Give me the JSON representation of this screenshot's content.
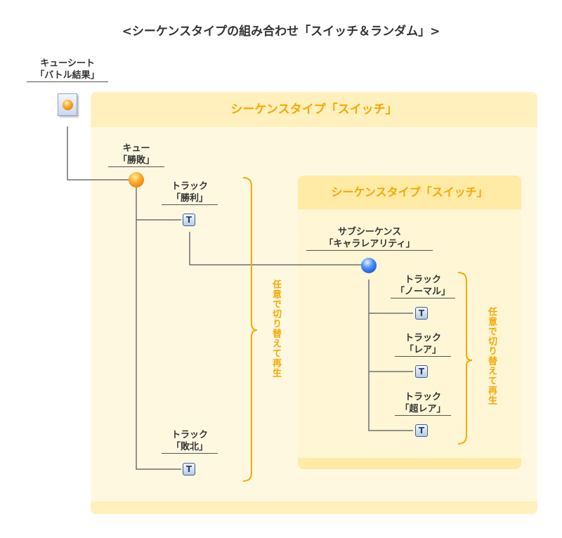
{
  "title": "<シーケンスタイプの組み合わせ「スイッチ＆ランダム」>",
  "cue_sheet": {
    "line1": "キューシート",
    "line2": "「バトル結果」"
  },
  "outer_panel": {
    "heading": "シーケンスタイプ「スイッチ」"
  },
  "inner_panel": {
    "heading": "シーケンスタイプ「スイッチ」"
  },
  "cue": {
    "line1": "キュー",
    "line2": "「勝敗」"
  },
  "track_win": {
    "line1": "トラック",
    "line2": "「勝利」"
  },
  "track_lose": {
    "line1": "トラック",
    "line2": "「敗北」"
  },
  "sub_sequence": {
    "line1": "サブシーケンス",
    "line2": "「キャラレアリティ」"
  },
  "track_normal": {
    "line1": "トラック",
    "line2": "「ノーマル」"
  },
  "track_rare": {
    "line1": "トラック",
    "line2": "「レア」"
  },
  "track_super_rare": {
    "line1": "トラック",
    "line2": "「超レア」"
  },
  "outer_bracket_note": "任意で切り替えて再生",
  "inner_bracket_note": "任意で切り替えて再生",
  "track_icon_glyph": "T",
  "colors": {
    "panel_heading": "#f5a800",
    "bracket": "#f5a800",
    "panel_fill": "#fff8e1",
    "panel_band": "#fff0bd"
  }
}
